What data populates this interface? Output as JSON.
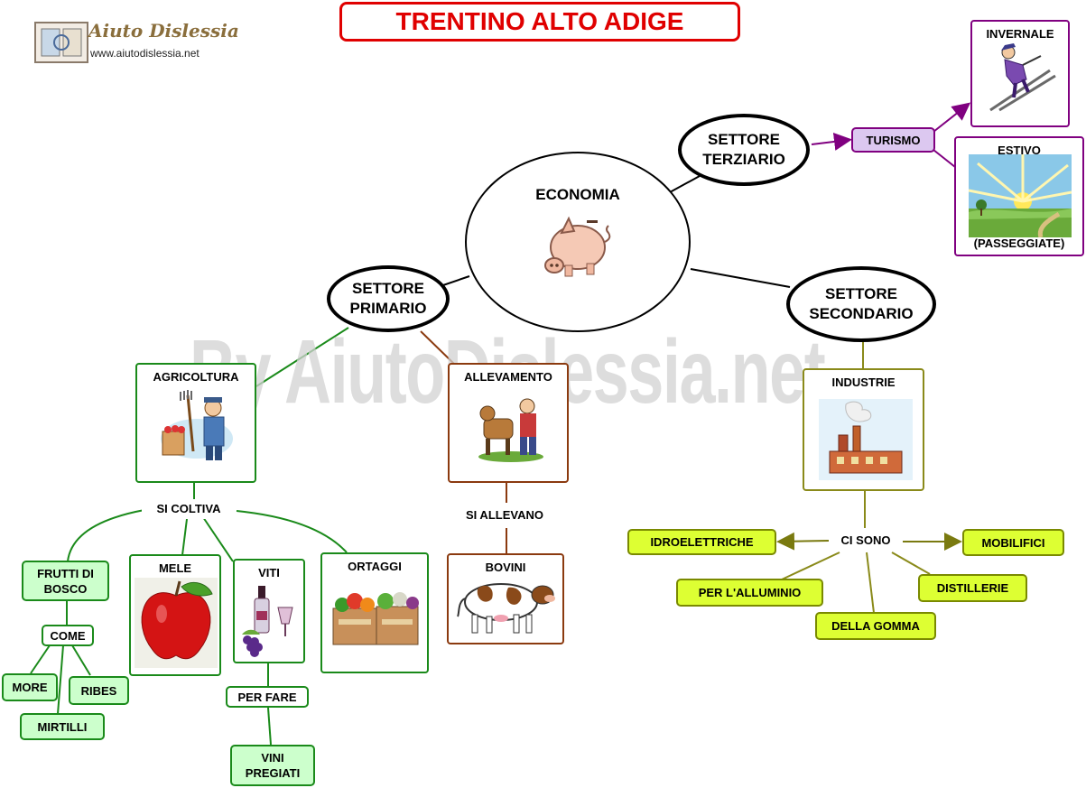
{
  "title": "TRENTINO ALTO ADIGE",
  "logo": {
    "name": "Aiuto Dislessia",
    "url": "www.aiutodislessia.net"
  },
  "watermark": "By AiutoDislessia.net",
  "center": {
    "label": "ECONOMIA",
    "icon": "piggy-bank-icon"
  },
  "settore_primario": "SETTORE PRIMARIO",
  "settore_secondario": "SETTORE SECONDARIO",
  "settore_terziario": "SETTORE TERZIARIO",
  "primario": {
    "agricoltura": "AGRICOLTURA",
    "allevamento": "ALLEVAMENTO",
    "si_coltiva": "SI COLTIVA",
    "si_allevano": "SI ALLEVANO",
    "bovini": "BOVINI",
    "frutti": "FRUTTI DI BOSCO",
    "come": "COME",
    "more": "MORE",
    "ribes": "RIBES",
    "mirtilli": "MIRTILLI",
    "mele": "MELE",
    "viti": "VITI",
    "per_fare": "PER FARE",
    "vini": "VINI PREGIATI",
    "ortaggi": "ORTAGGI"
  },
  "secondario": {
    "industrie": "INDUSTRIE",
    "ci_sono": "CI SONO",
    "idroelettriche": "IDROELETTRICHE",
    "mobilifici": "MOBILIFICI",
    "alluminio": "PER L'ALLUMINIO",
    "distillerie": "DISTILLERIE",
    "gomma": "DELLA GOMMA"
  },
  "terziario": {
    "turismo": "TURISMO",
    "invernale": "INVERNALE",
    "estivo": "ESTIVO",
    "passeggiate": "(PASSEGGIATE)"
  },
  "colors": {
    "title": "#e00000",
    "green": "#1a8a1a",
    "brown": "#8b3a0f",
    "olive": "#8a8a1a",
    "purple": "#800080",
    "yellow_fill": "#ddff33",
    "green_fill": "#ccffcc",
    "purple_fill": "#dcc8f0"
  }
}
